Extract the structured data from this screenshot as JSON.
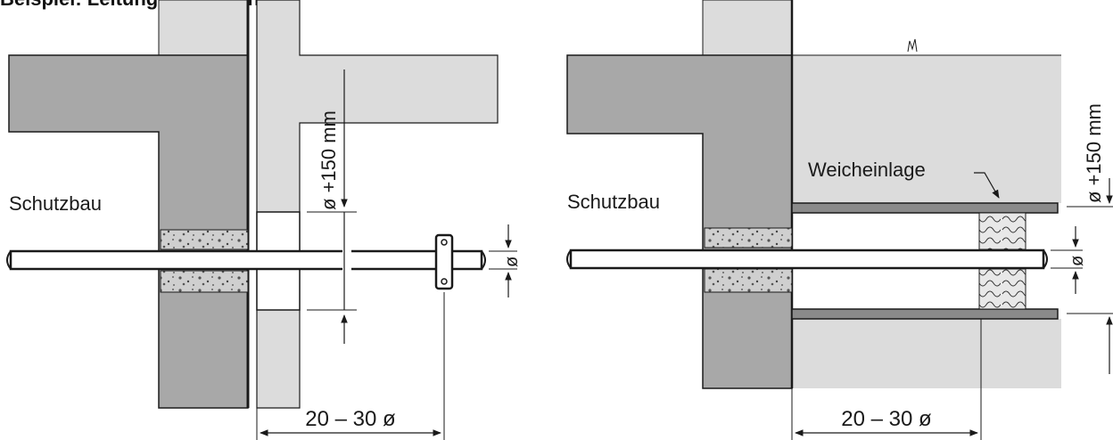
{
  "title": "Beispiel: Leitungseinführung",
  "left_diagram": {
    "label_schutzbau": "Schutzbau",
    "dim_vertical": "ø +150 mm",
    "dim_pipe": "ø",
    "dim_horizontal": "20 – 30 ø"
  },
  "right_diagram": {
    "label_schutzbau": "Schutzbau",
    "label_weicheinlage": "Weicheinlage",
    "dim_vertical": "ø +150 mm",
    "dim_pipe": "ø",
    "dim_horizontal": "20 – 30 ø"
  },
  "colors": {
    "wall_dark": "#a8a8a8",
    "wall_light": "#dcdcdc",
    "background": "#ffffff",
    "line": "#1a1a1a"
  }
}
